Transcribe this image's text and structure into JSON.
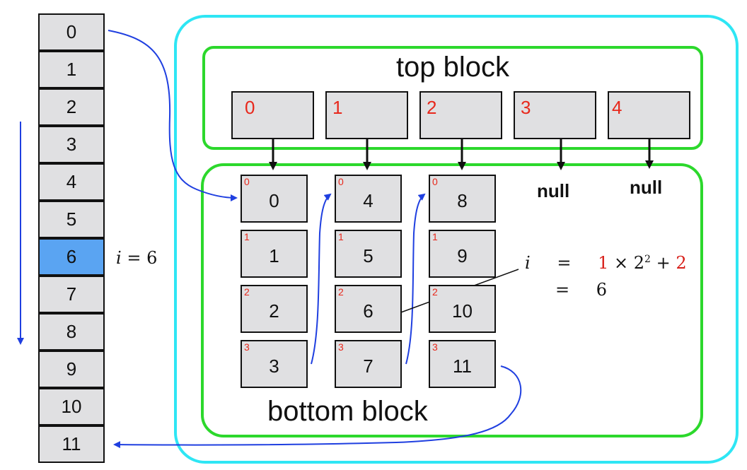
{
  "array": [
    "0",
    "1",
    "2",
    "3",
    "4",
    "5",
    "6",
    "7",
    "8",
    "9",
    "10",
    "11"
  ],
  "highlight_index": 6,
  "array_label": {
    "var": "i",
    "eq": "=",
    "num": "6"
  },
  "top_block": {
    "title": "top block",
    "cells": [
      "0",
      "1",
      "2",
      "3",
      "4"
    ],
    "null_label": "null"
  },
  "bottom_block": {
    "title": "bottom block",
    "columns": [
      {
        "idx": [
          "0",
          "1",
          "2",
          "3"
        ],
        "vals": [
          "0",
          "1",
          "2",
          "3"
        ]
      },
      {
        "idx": [
          "0",
          "1",
          "2",
          "3"
        ],
        "vals": [
          "4",
          "5",
          "6",
          "7"
        ]
      },
      {
        "idx": [
          "0",
          "1",
          "2",
          "3"
        ],
        "vals": [
          "8",
          "9",
          "10",
          "11"
        ]
      }
    ]
  },
  "formula": {
    "lhs": "i",
    "eq1": "=",
    "a": "1",
    "times": "×",
    "b": "2",
    "exp": "2",
    "plus": "+",
    "c": "2",
    "eq2": "=",
    "result": "6"
  },
  "colors": {
    "cyan": "#2ee6f4",
    "green": "#2cd82c",
    "blue": "#1f3fe0",
    "red": "#e8281c",
    "highlight": "#5aa4f2",
    "cell": "#e0e0e2"
  }
}
